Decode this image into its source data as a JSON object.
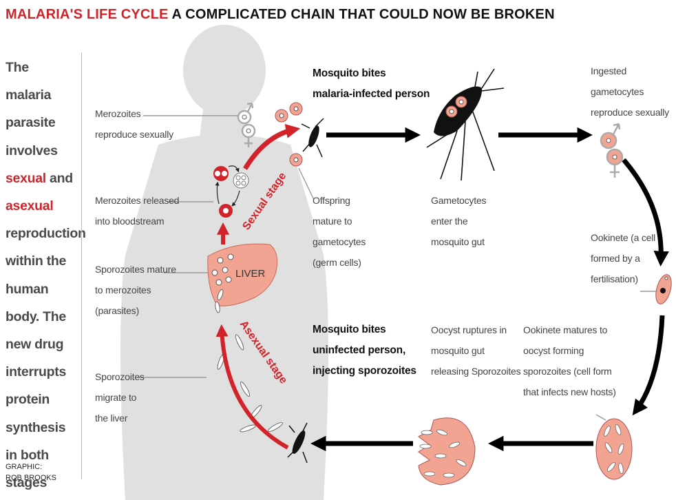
{
  "headline": {
    "red": "MALARIA'S LIFE CYCLE",
    "black": "A COMPLICATED CHAIN THAT COULD NOW BE BROKEN"
  },
  "intro": {
    "part1": "The malaria parasite involves",
    "red1": "sexual",
    "and": "and",
    "red2": "asexual",
    "part2": "reproduction within the human body. The new drug interrupts protein synthesis in both stages"
  },
  "credit": {
    "line1": "GRAPHIC:",
    "line2": "ROB BROOKS"
  },
  "labels": {
    "merozoites_reproduce": [
      "Merozoites",
      "reproduce sexually"
    ],
    "merozoites_released": [
      "Merozoites released",
      "into bloodstream"
    ],
    "sporozoites_mature": [
      "Sporozoites mature",
      "to merozoites",
      "(parasites)"
    ],
    "sporozoites_migrate": [
      "Sporozoites",
      "migrate to",
      "the liver"
    ],
    "mosquito_bites_infected": [
      "Mosquito bites",
      "malaria-infected person"
    ],
    "offspring_mature": [
      "Offspring",
      "mature to",
      "gametocytes",
      "(germ cells)"
    ],
    "gametocytes_enter": [
      "Gametocytes",
      "enter the",
      "mosquito gut"
    ],
    "ingested_gametocytes": [
      "Ingested gametocytes",
      "reproduce sexually"
    ],
    "ookinete": [
      "Ookinete (a cell",
      "formed by a",
      "fertilisation)"
    ],
    "mosquito_bites_uninfected": [
      "Mosquito bites",
      "uninfected person,",
      "injecting sporozoites"
    ],
    "oocyst_ruptures": [
      "Oocyst ruptures in",
      "mosquito gut",
      "releasing Sporozoites"
    ],
    "ookinete_matures": [
      "Ookinete matures to",
      "oocyst forming",
      "sporozoites (cell form",
      "that infects new hosts)"
    ]
  },
  "stages": {
    "sexual": "Sexual stage",
    "asexual": "Asexual stage",
    "liver": "LIVER"
  },
  "colors": {
    "accent_red": "#d2232a",
    "cell_pink": "#f2a391",
    "body_grey": "#e0e0e0",
    "symbol_grey": "#aaaaaa"
  }
}
